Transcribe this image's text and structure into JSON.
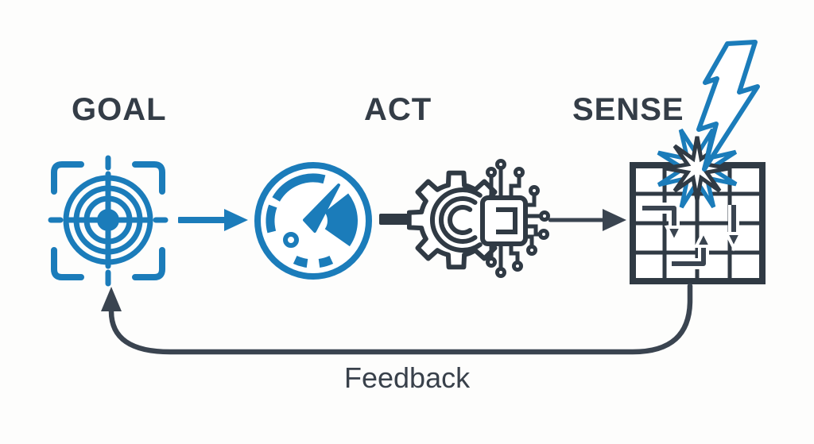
{
  "diagram": {
    "stages": [
      {
        "id": "goal",
        "label": "GOAL",
        "icon": "target-icon"
      },
      {
        "id": "act",
        "label": "ACT",
        "icons": [
          "gauge-icon",
          "gear-circuit-icon"
        ]
      },
      {
        "id": "sense",
        "label": "SENSE",
        "icon": "maze-grid-icon",
        "overlay_icons": [
          "lightning-bolt-icon",
          "impact-starburst-icon"
        ]
      }
    ],
    "connectors": [
      {
        "from": "goal",
        "to": "act",
        "style": "straight-arrow",
        "color": "#1b7cba"
      },
      {
        "from": "gauge",
        "to": "gear-circuit",
        "style": "thick-dash",
        "color": "#303a44"
      },
      {
        "from": "act",
        "to": "sense",
        "style": "straight-arrow",
        "color": "#303a44"
      },
      {
        "from": "sense",
        "to": "goal",
        "style": "curved-arrow",
        "color": "#303a44",
        "label": "Feedback"
      }
    ],
    "feedback": {
      "label": "Feedback"
    }
  },
  "colors": {
    "accent_blue": "#1b7cba",
    "dark": "#303a44",
    "background": "#fdfdfc"
  }
}
